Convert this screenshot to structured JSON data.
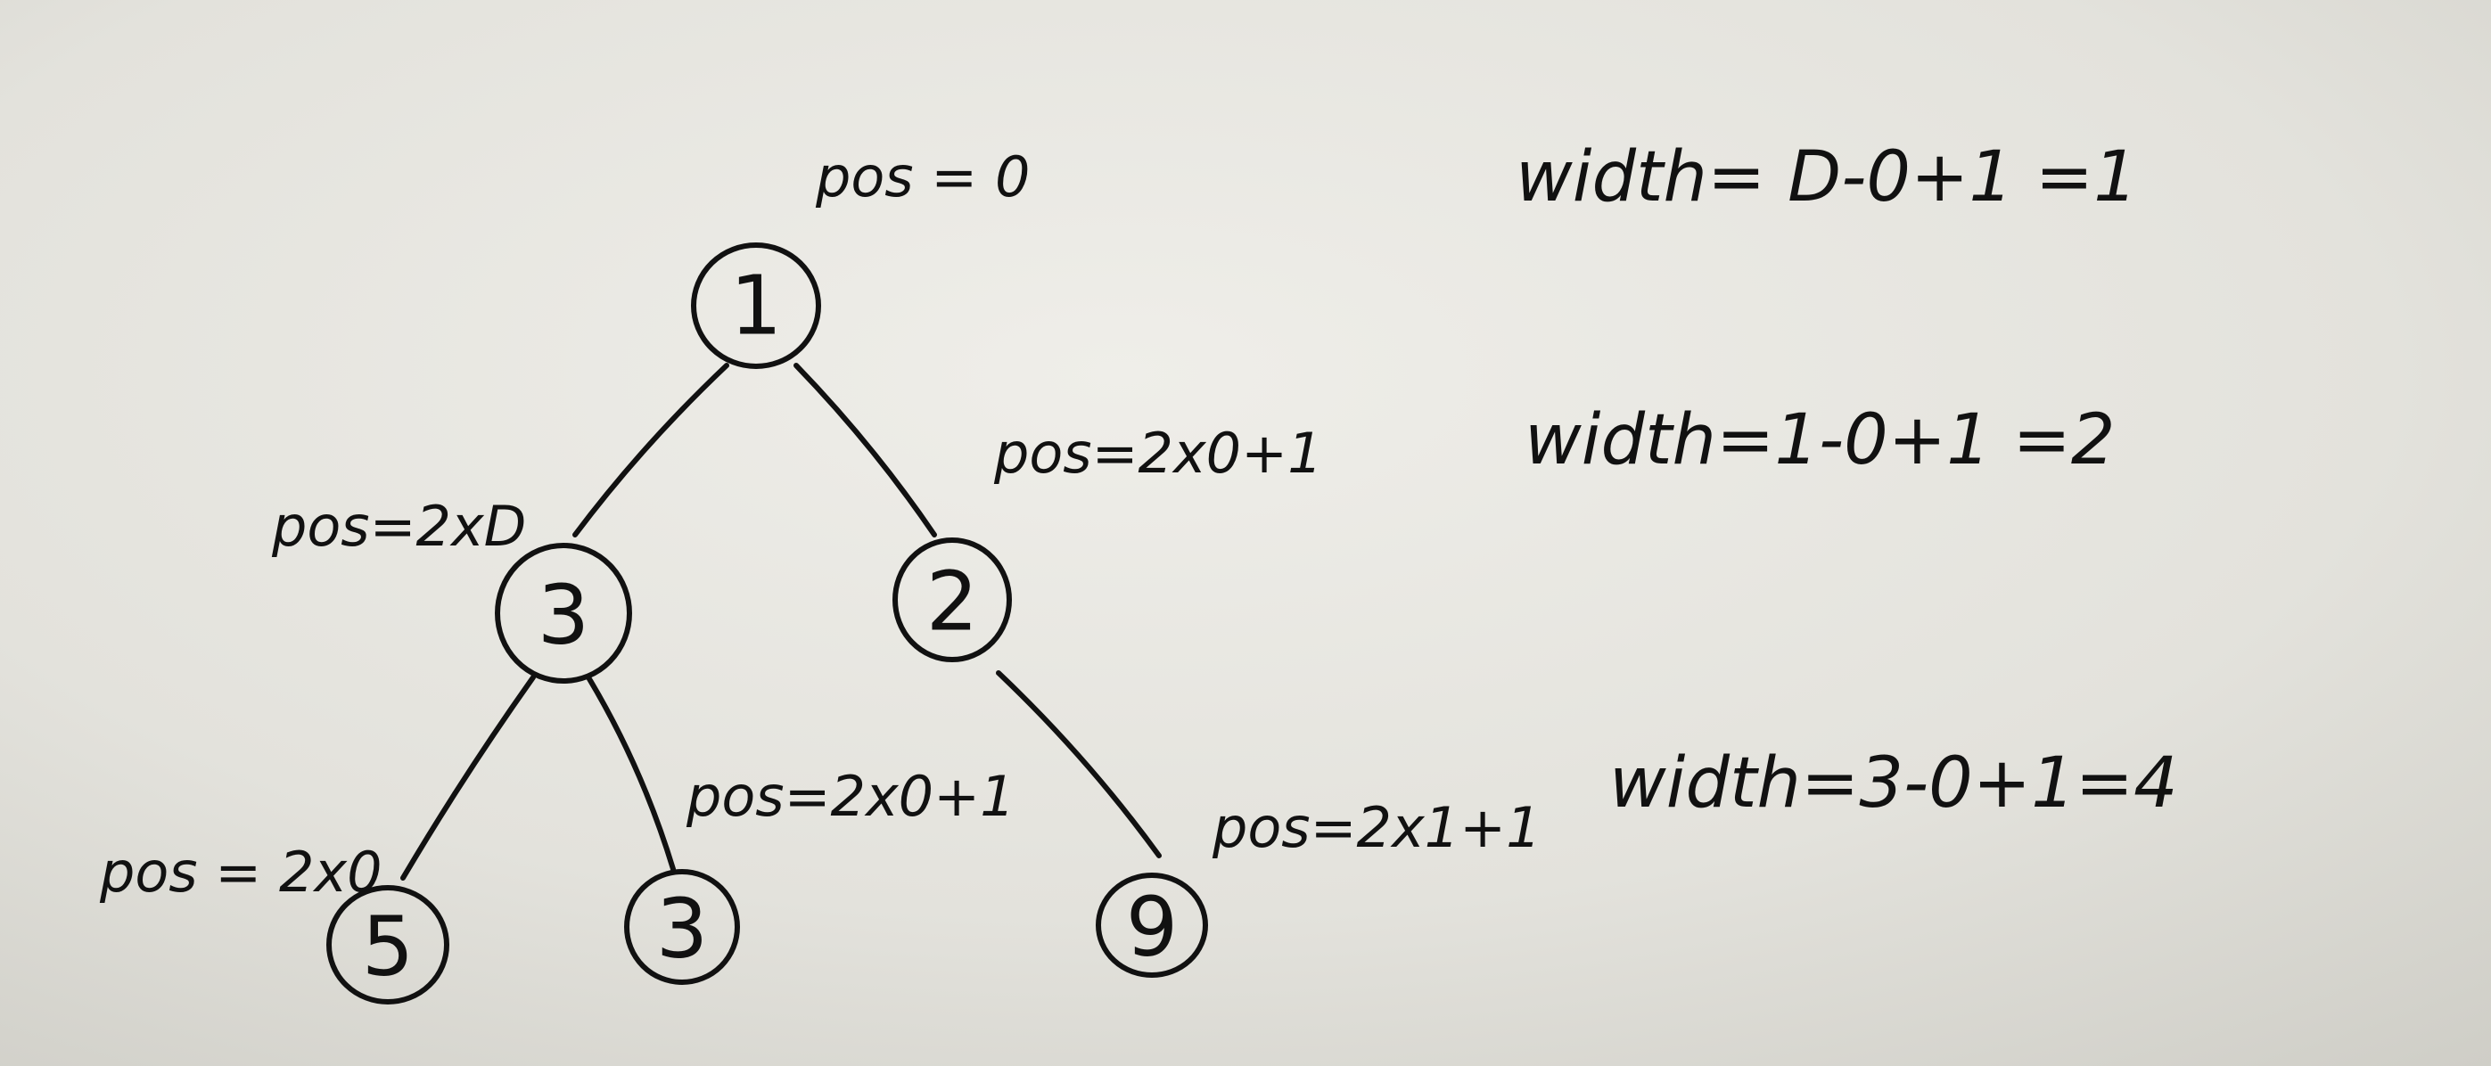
{
  "colors": {
    "paper": "#e6e5df",
    "ink": "#111111"
  },
  "tree": {
    "nodes": [
      {
        "id": "root",
        "value": "1"
      },
      {
        "id": "left",
        "value": "3"
      },
      {
        "id": "right",
        "value": "2"
      },
      {
        "id": "left-left",
        "value": "5"
      },
      {
        "id": "left-right",
        "value": "3"
      },
      {
        "id": "right-right",
        "value": "9"
      }
    ],
    "edges": [
      {
        "from": "root",
        "to": "left"
      },
      {
        "from": "root",
        "to": "right"
      },
      {
        "from": "left",
        "to": "left-left"
      },
      {
        "from": "left",
        "to": "left-right"
      },
      {
        "from": "right",
        "to": "right-right"
      }
    ]
  },
  "pos_labels": {
    "root": "pos = 0",
    "right": "pos=2x0+1",
    "left": "pos=2xD",
    "left_right": "pos=2x0+1",
    "left_left": "pos = 2x0",
    "right_right": "pos=2x1+1"
  },
  "width_labels": {
    "level0": "width= D-0+1 =1",
    "level1": "width=1-0+1 =2",
    "level2": "width=3-0+1=4"
  }
}
